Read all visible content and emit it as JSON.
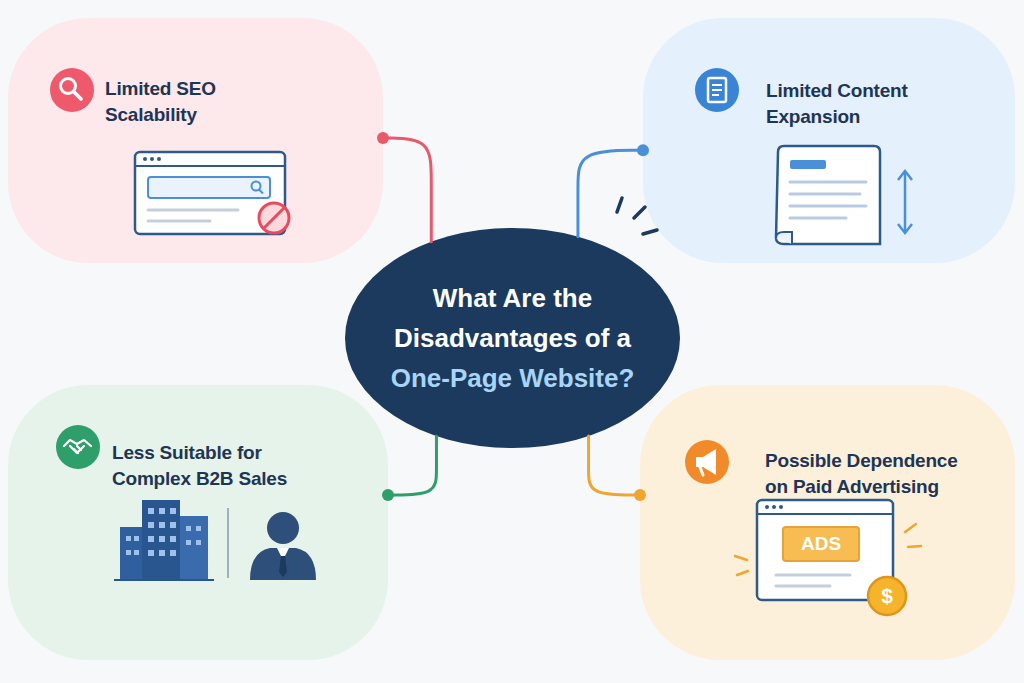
{
  "diagram": {
    "nodes": [
      {
        "text": [
          "Limited SEO Scalability"
        ]
      },
      {
        "text": [
          "Limited Content Expansion"
        ]
      },
      {
        "text": [
          "What Are the Disadvantages of a",
          "One-Page Website?"
        ]
      },
      {
        "text": [
          "Less Suitable for Complex B2B Sales"
        ]
      },
      {
        "text": [
          "Possible Dependence on Paid Advertising"
        ]
      }
    ],
    "edges": [
      {
        "from": 2,
        "to": 0,
        "arrow": "none"
      },
      {
        "from": 2,
        "to": 1,
        "arrow": "none"
      },
      {
        "from": 2,
        "to": 3,
        "arrow": "none"
      },
      {
        "from": 2,
        "to": 4,
        "arrow": "none"
      }
    ],
    "labels": [
      "ADS",
      "$"
    ]
  }
}
